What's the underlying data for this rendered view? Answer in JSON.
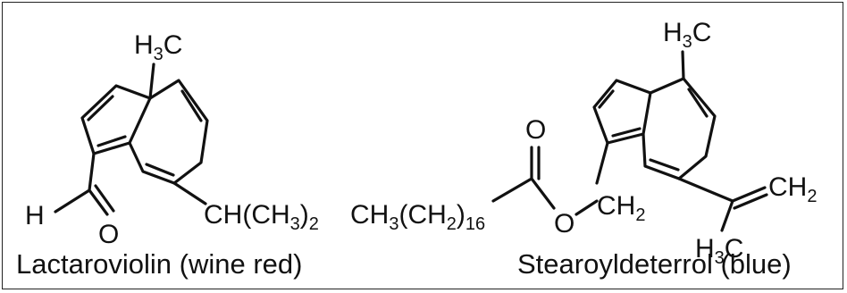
{
  "molecules": [
    {
      "name": "Lactaroviolin (wine red)",
      "labels": {
        "methyl_main": "H",
        "methyl_sub": "3",
        "methyl_end": "C",
        "aldehyde_h": "H",
        "aldehyde_o": "O",
        "isopropyl_a": "CH(CH",
        "isopropyl_sub": "3",
        "isopropyl_b": ")",
        "isopropyl_sub2": "2"
      }
    },
    {
      "name": "Stearoyldeterrol (blue)",
      "labels": {
        "methyl_main": "H",
        "methyl_sub": "3",
        "methyl_end": "C",
        "chain_a": "CH",
        "chain_sub1": "3",
        "chain_b": "(CH",
        "chain_sub2": "2",
        "chain_c": ")",
        "chain_sub3": "16",
        "carbonyl_o": "O",
        "ester_o": "O",
        "ch2_main": "CH",
        "ch2_sub": "2",
        "vinyl_main": "CH",
        "vinyl_sub": "2",
        "vinyl_methyl_main": "H",
        "vinyl_methyl_sub": "3",
        "vinyl_methyl_end": "C"
      }
    }
  ]
}
